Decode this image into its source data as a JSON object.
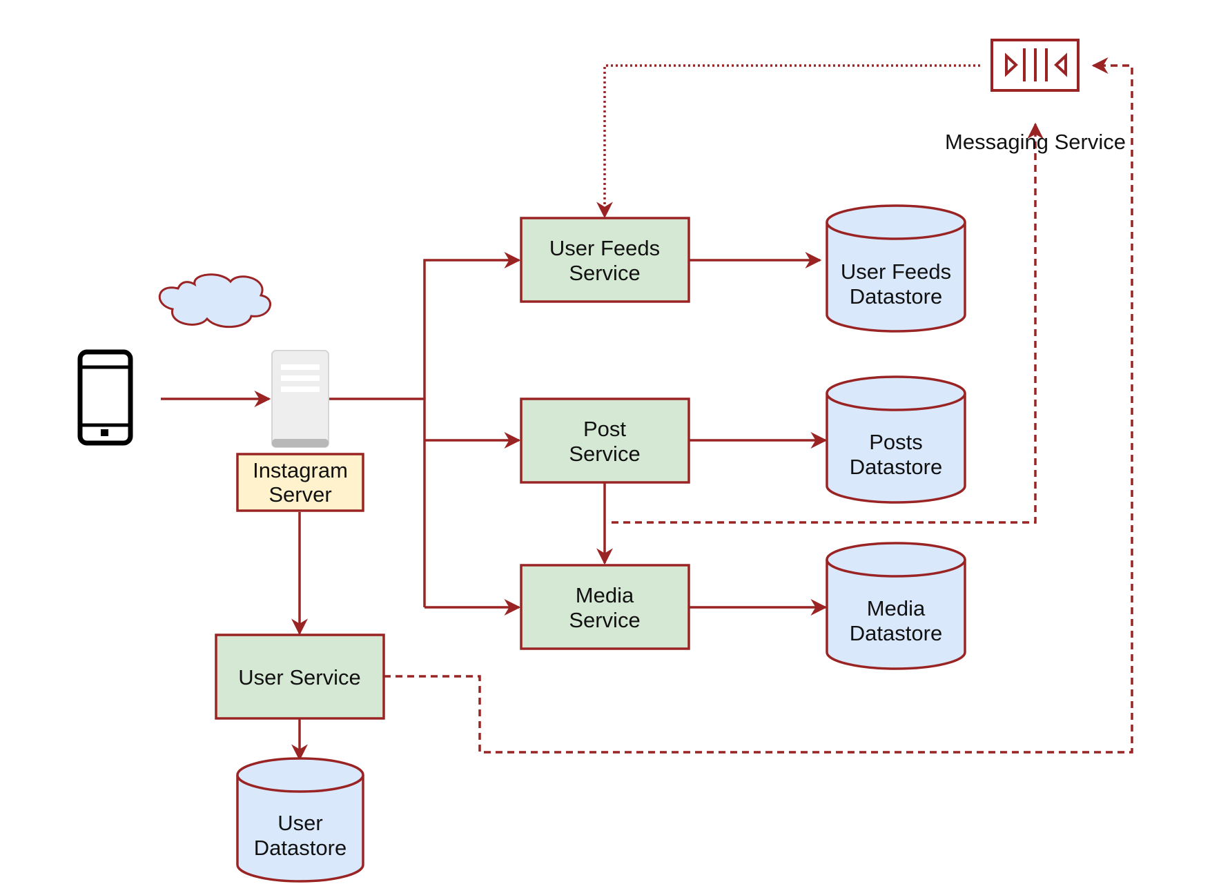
{
  "colors": {
    "stroke": "#9a2424",
    "service_fill": "#d5e8d4",
    "datastore_fill": "#dae8fc",
    "server_label_fill": "#fff2cc",
    "cloud_fill": "#dae8fc",
    "server_body": "#eeeeee"
  },
  "nodes": {
    "server": {
      "line1": "Instagram",
      "line2": "Server"
    },
    "user_feeds_service": {
      "line1": "User Feeds",
      "line2": "Service"
    },
    "post_service": {
      "line1": "Post",
      "line2": "Service"
    },
    "media_service": {
      "line1": "Media",
      "line2": "Service"
    },
    "user_service": {
      "line1": "User Service"
    },
    "user_feeds_datastore": {
      "line1": "User Feeds",
      "line2": "Datastore"
    },
    "posts_datastore": {
      "line1": "Posts",
      "line2": "Datastore"
    },
    "media_datastore": {
      "line1": "Media",
      "line2": "Datastore"
    },
    "user_datastore": {
      "line1": "User",
      "line2": "Datastore"
    },
    "messaging": {
      "label": "Messaging Service"
    }
  },
  "icons": {
    "client": "smartphone-icon",
    "cloud": "cloud-icon",
    "server": "server-icon",
    "queue": "message-queue-icon"
  }
}
